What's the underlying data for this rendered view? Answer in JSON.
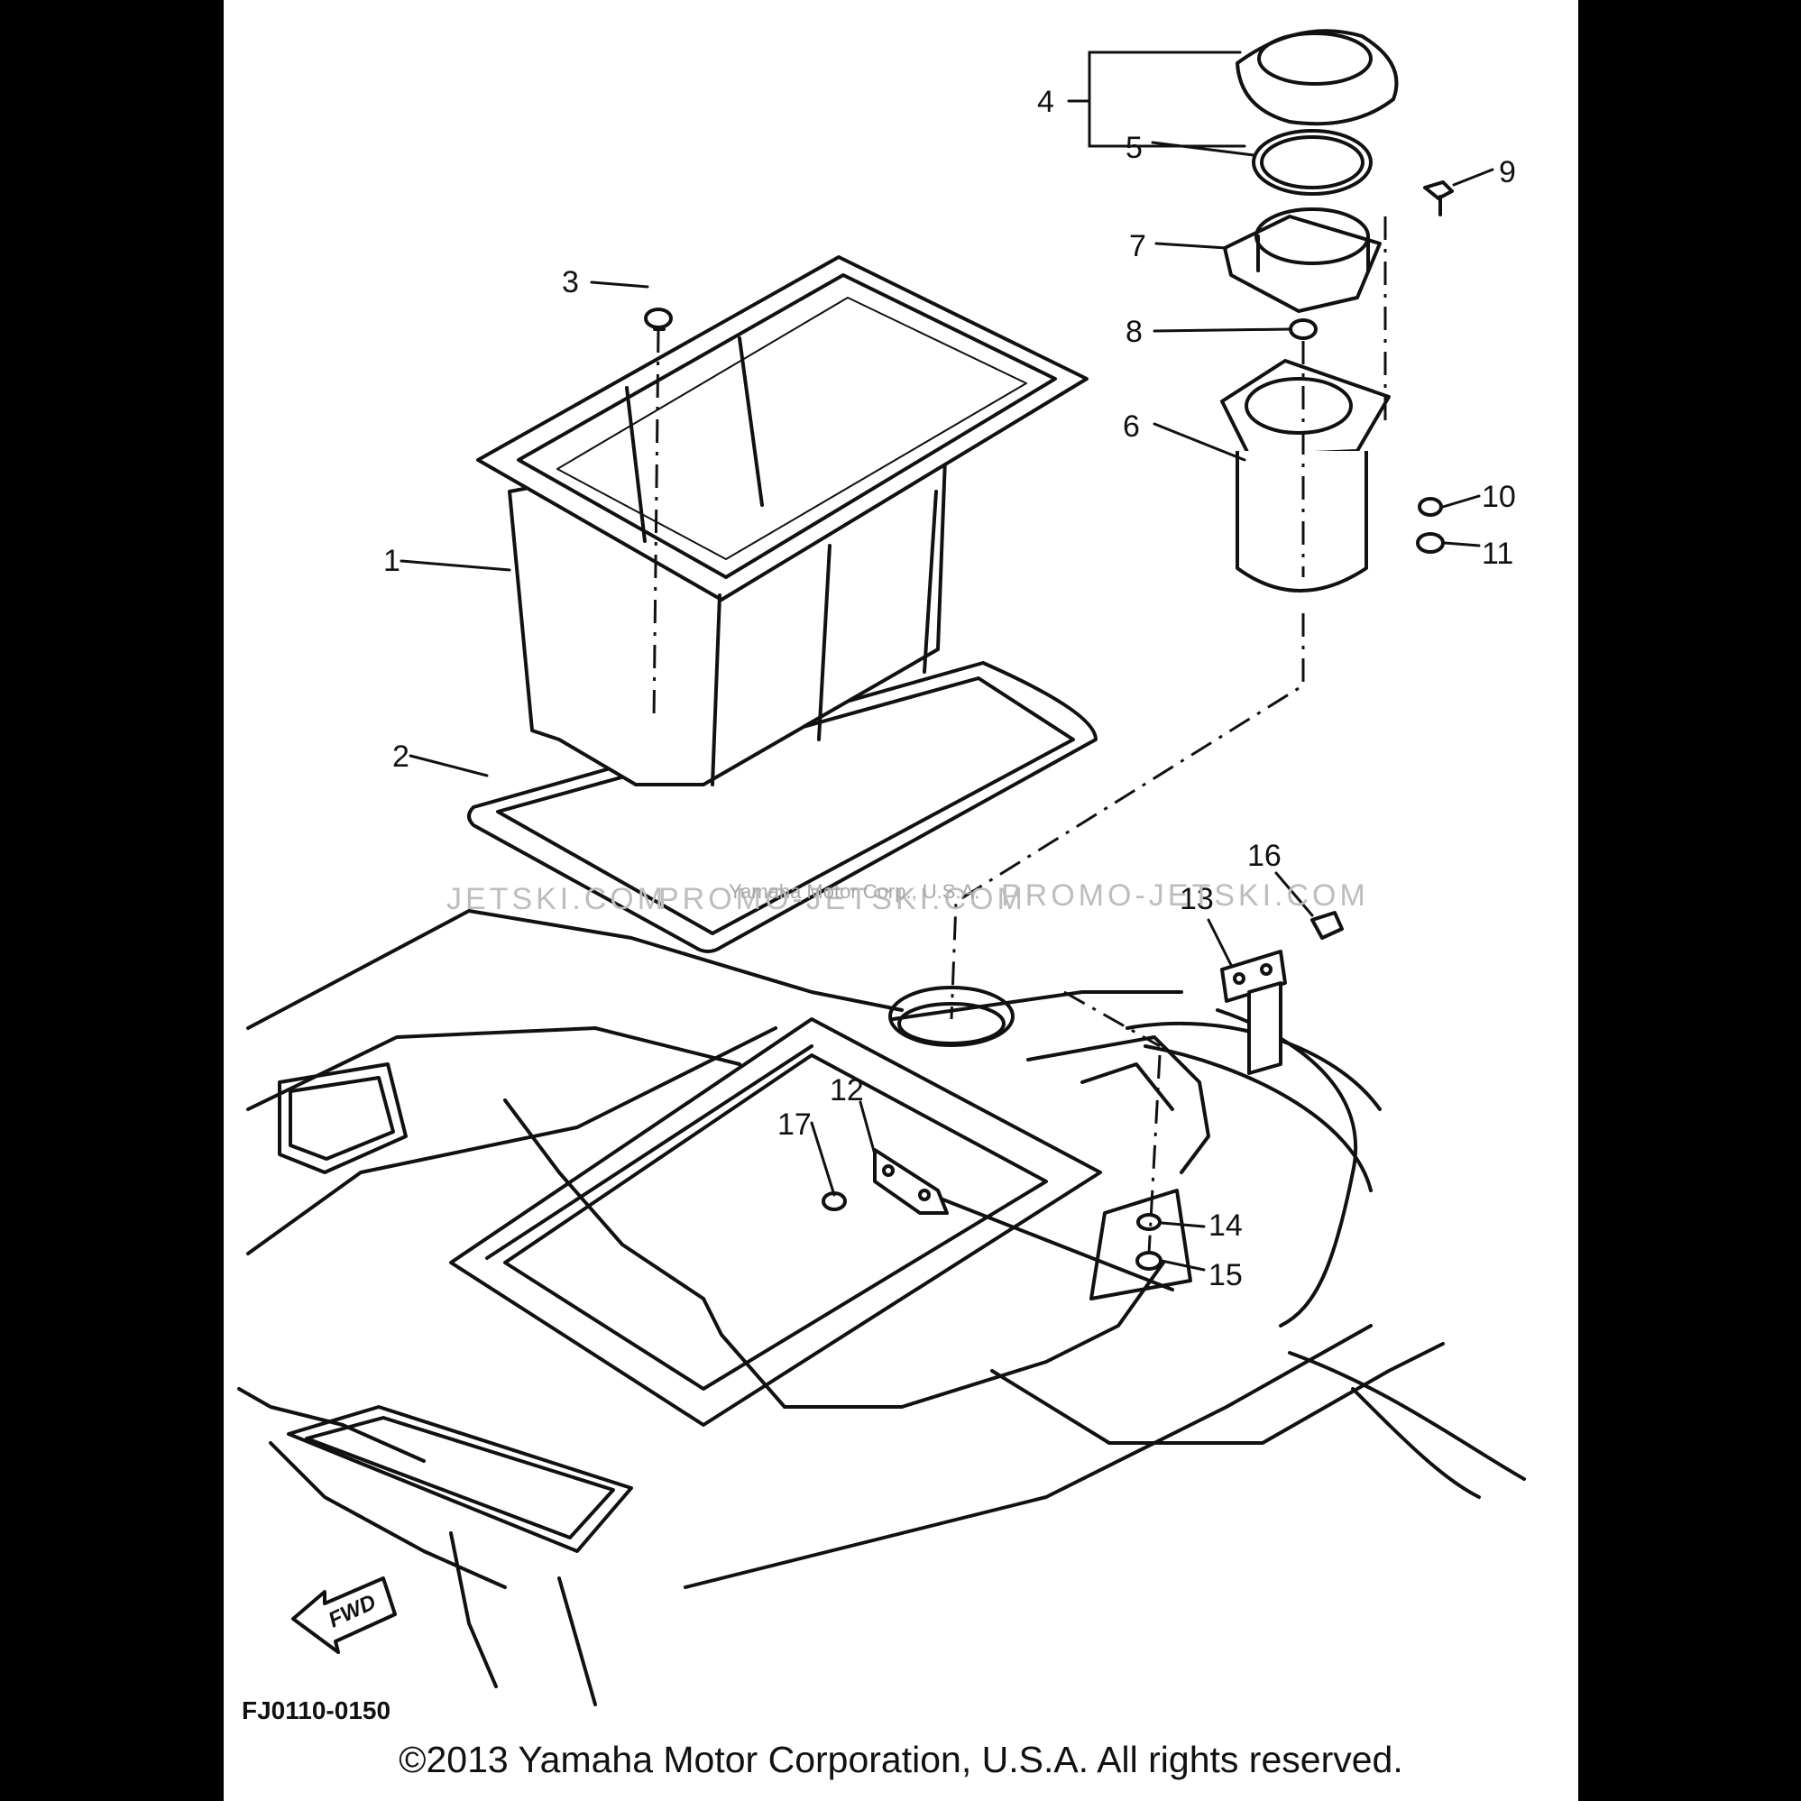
{
  "diagram": {
    "code": "FJ0110-0150",
    "direction_label": "FWD",
    "watermark_left": "JETSKI.COM",
    "watermark_center": "PROMO-JETSKI.COM",
    "watermark_right": "PROMO-JETSKI.COM",
    "watermark_faint": "Yamaha Motor Corp., U.S.A.",
    "callouts": {
      "c1": "1",
      "c2": "2",
      "c3": "3",
      "c4": "4",
      "c5": "5",
      "c6": "6",
      "c7": "7",
      "c8": "8",
      "c9": "9",
      "c10": "10",
      "c11": "11",
      "c12": "12",
      "c13": "13",
      "c14": "14",
      "c15": "15",
      "c16": "16",
      "c17": "17"
    }
  },
  "footer": {
    "copyright": "©2013 Yamaha Motor Corporation, U.S.A. All rights reserved."
  }
}
